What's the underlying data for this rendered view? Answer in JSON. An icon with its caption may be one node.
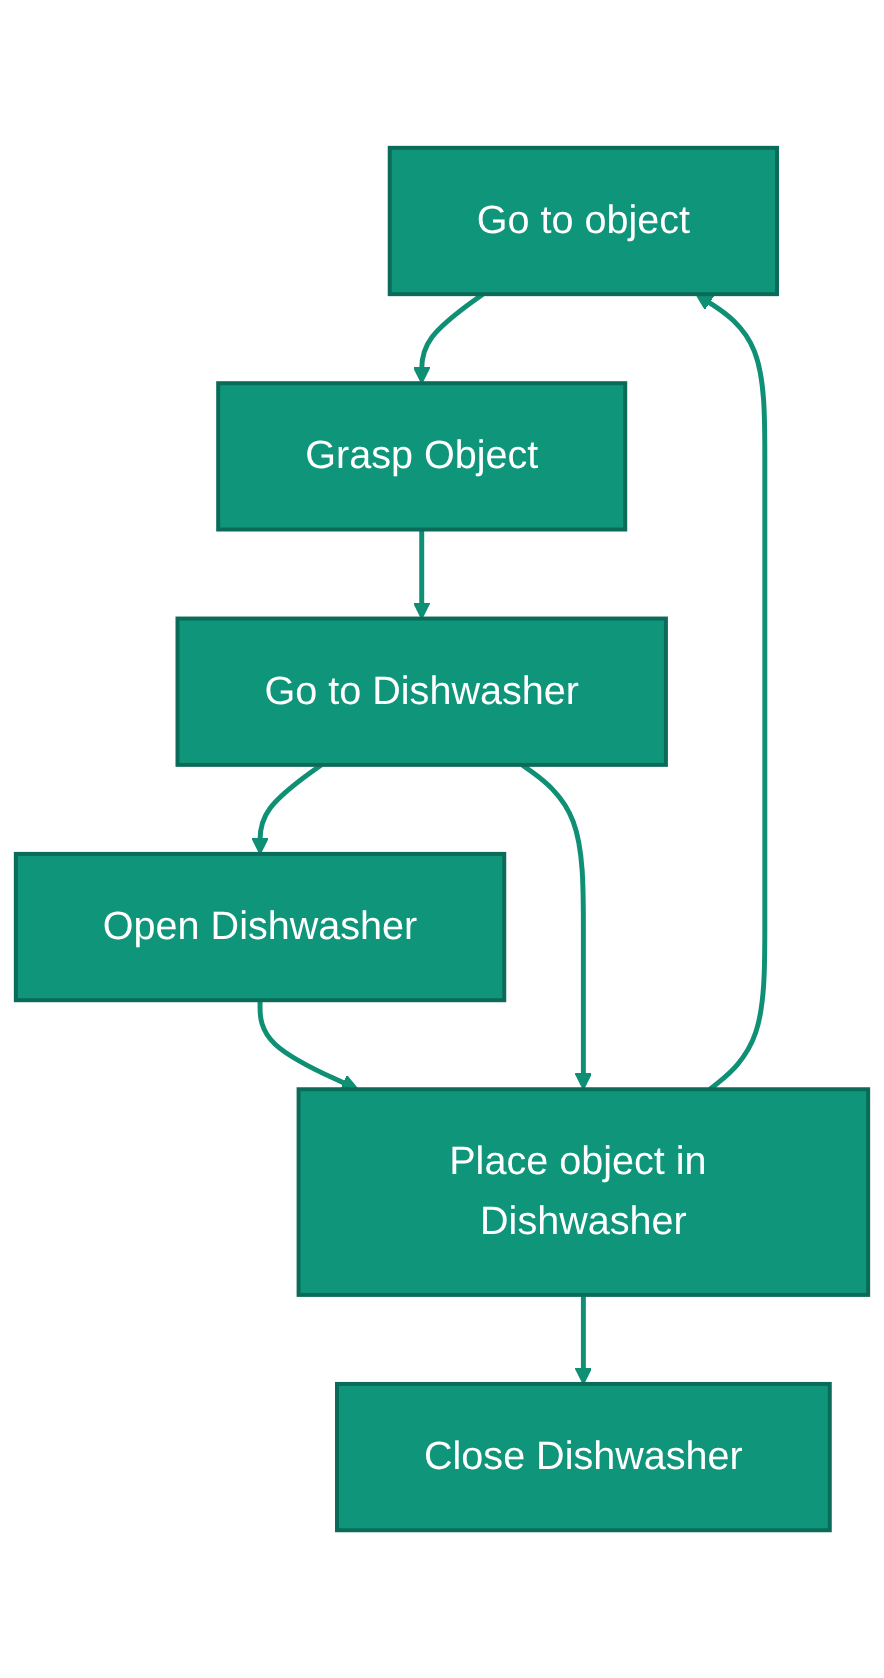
{
  "diagram": {
    "nodes": [
      {
        "text": [
          "Go to object"
        ]
      },
      {
        "text": [
          "Grasp Object"
        ]
      },
      {
        "text": [
          "Go to Dishwasher"
        ]
      },
      {
        "text": [
          "Open Dishwasher"
        ]
      },
      {
        "text": [
          "Place object in Dishwasher"
        ]
      },
      {
        "text": [
          "Close Dishwasher"
        ]
      }
    ],
    "edges": [
      {
        "from": 0,
        "to": 1,
        "arrow": "to"
      },
      {
        "from": 1,
        "to": 2,
        "arrow": "to"
      },
      {
        "from": 2,
        "to": 3,
        "arrow": "to"
      },
      {
        "from": 3,
        "to": 4,
        "arrow": "to"
      },
      {
        "from": 4,
        "to": 5,
        "arrow": "to"
      },
      {
        "from": 2,
        "to": 4,
        "arrow": "to"
      },
      {
        "from": 4,
        "to": 0,
        "arrow": "to"
      }
    ]
  }
}
